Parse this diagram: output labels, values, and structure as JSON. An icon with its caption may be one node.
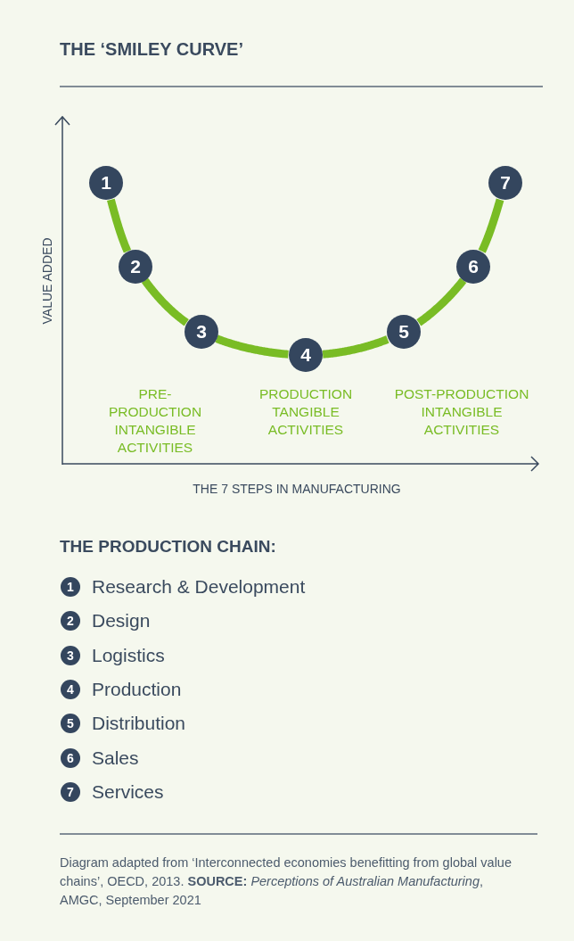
{
  "diagram": {
    "title": "THE ‘SMILEY CURVE’",
    "caption": "Diagram adapted from ‘Interconnected economies benefitting from global value chains’, OECD, 2013. **SOURCE:** *Perceptions of Australian Manufacturing*, AMGC, September 2021",
    "nodes": [
      {
        "text": [
          "1"
        ]
      },
      {
        "text": [
          "2"
        ]
      },
      {
        "text": [
          "3"
        ]
      },
      {
        "text": [
          "4"
        ]
      },
      {
        "text": [
          "5"
        ]
      },
      {
        "text": [
          "6"
        ]
      },
      {
        "text": [
          "7"
        ]
      }
    ],
    "edges": [
      {
        "from": 0,
        "to": 1,
        "arrow": "none"
      },
      {
        "from": 1,
        "to": 2,
        "arrow": "none"
      },
      {
        "from": 2,
        "to": 3,
        "arrow": "none"
      },
      {
        "from": 3,
        "to": 4,
        "arrow": "none"
      },
      {
        "from": 4,
        "to": 5,
        "arrow": "none"
      },
      {
        "from": 5,
        "to": 6,
        "arrow": "none"
      }
    ],
    "labels": [
      "VALUE ADDED",
      "PRE-PRODUCTION INTANGIBLE ACTIVITIES",
      "PRODUCTION TANGIBLE ACTIVITIES",
      "POST-PRODUCTION INTANGIBLE ACTIVITIES",
      "THE 7 STEPS IN MANUFACTURING",
      "THE PRODUCTION CHAIN:",
      "1",
      "Research & Development",
      "2",
      "Design",
      "3",
      "Logistics",
      "4",
      "Production",
      "5",
      "Distribution",
      "6",
      "Sales",
      "7",
      "Services"
    ]
  }
}
